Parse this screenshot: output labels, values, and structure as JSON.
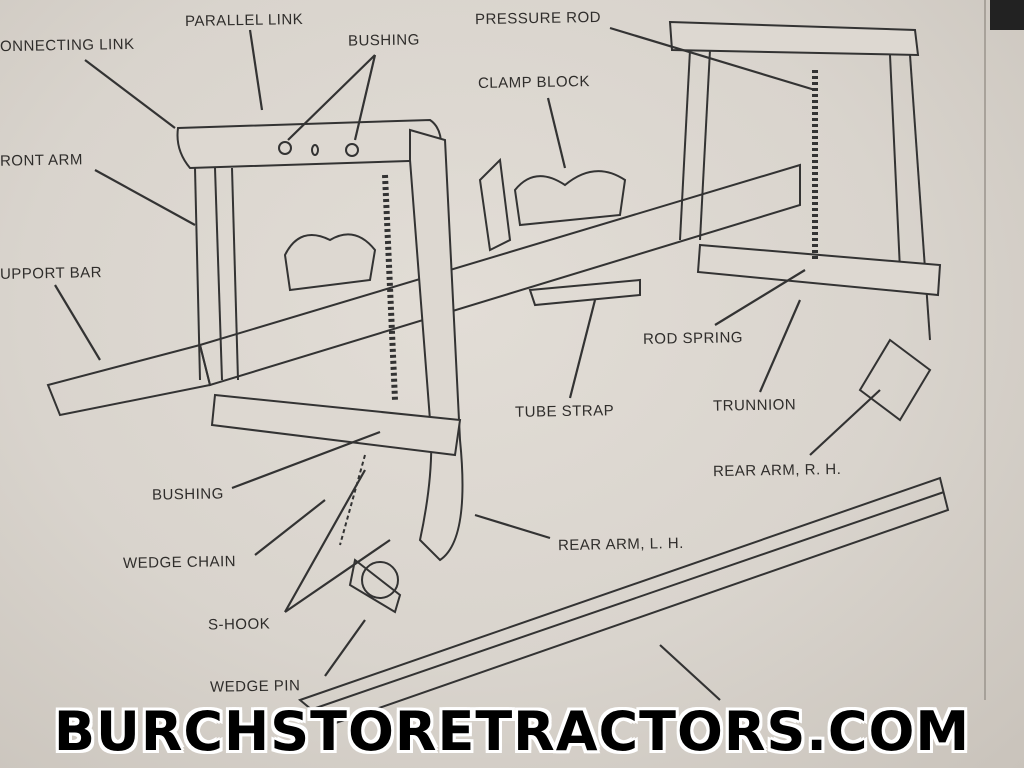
{
  "labels": {
    "connecting_link": "ONNECTING LINK",
    "parallel_link": "PARALLEL LINK",
    "bushing_top": "BUSHING",
    "pressure_rod": "PRESSURE ROD",
    "clamp_block": "CLAMP BLOCK",
    "front_arm": "RONT ARM",
    "support_bar": "UPPORT BAR",
    "rod_spring": "ROD SPRING",
    "tube_strap": "TUBE STRAP",
    "trunnion": "TRUNNION",
    "rear_arm_rh": "REAR ARM, R. H.",
    "bushing_bottom": "BUSHING",
    "rear_arm_lh": "REAR ARM, L. H.",
    "wedge_chain": "WEDGE CHAIN",
    "s_hook": "S-HOOK",
    "wedge_pin": "WEDGE PIN"
  },
  "watermark": "BURCHSTORETRACTORS.COM",
  "colors": {
    "paper": "#d9d4cd",
    "ink": "#2f2d2b"
  }
}
